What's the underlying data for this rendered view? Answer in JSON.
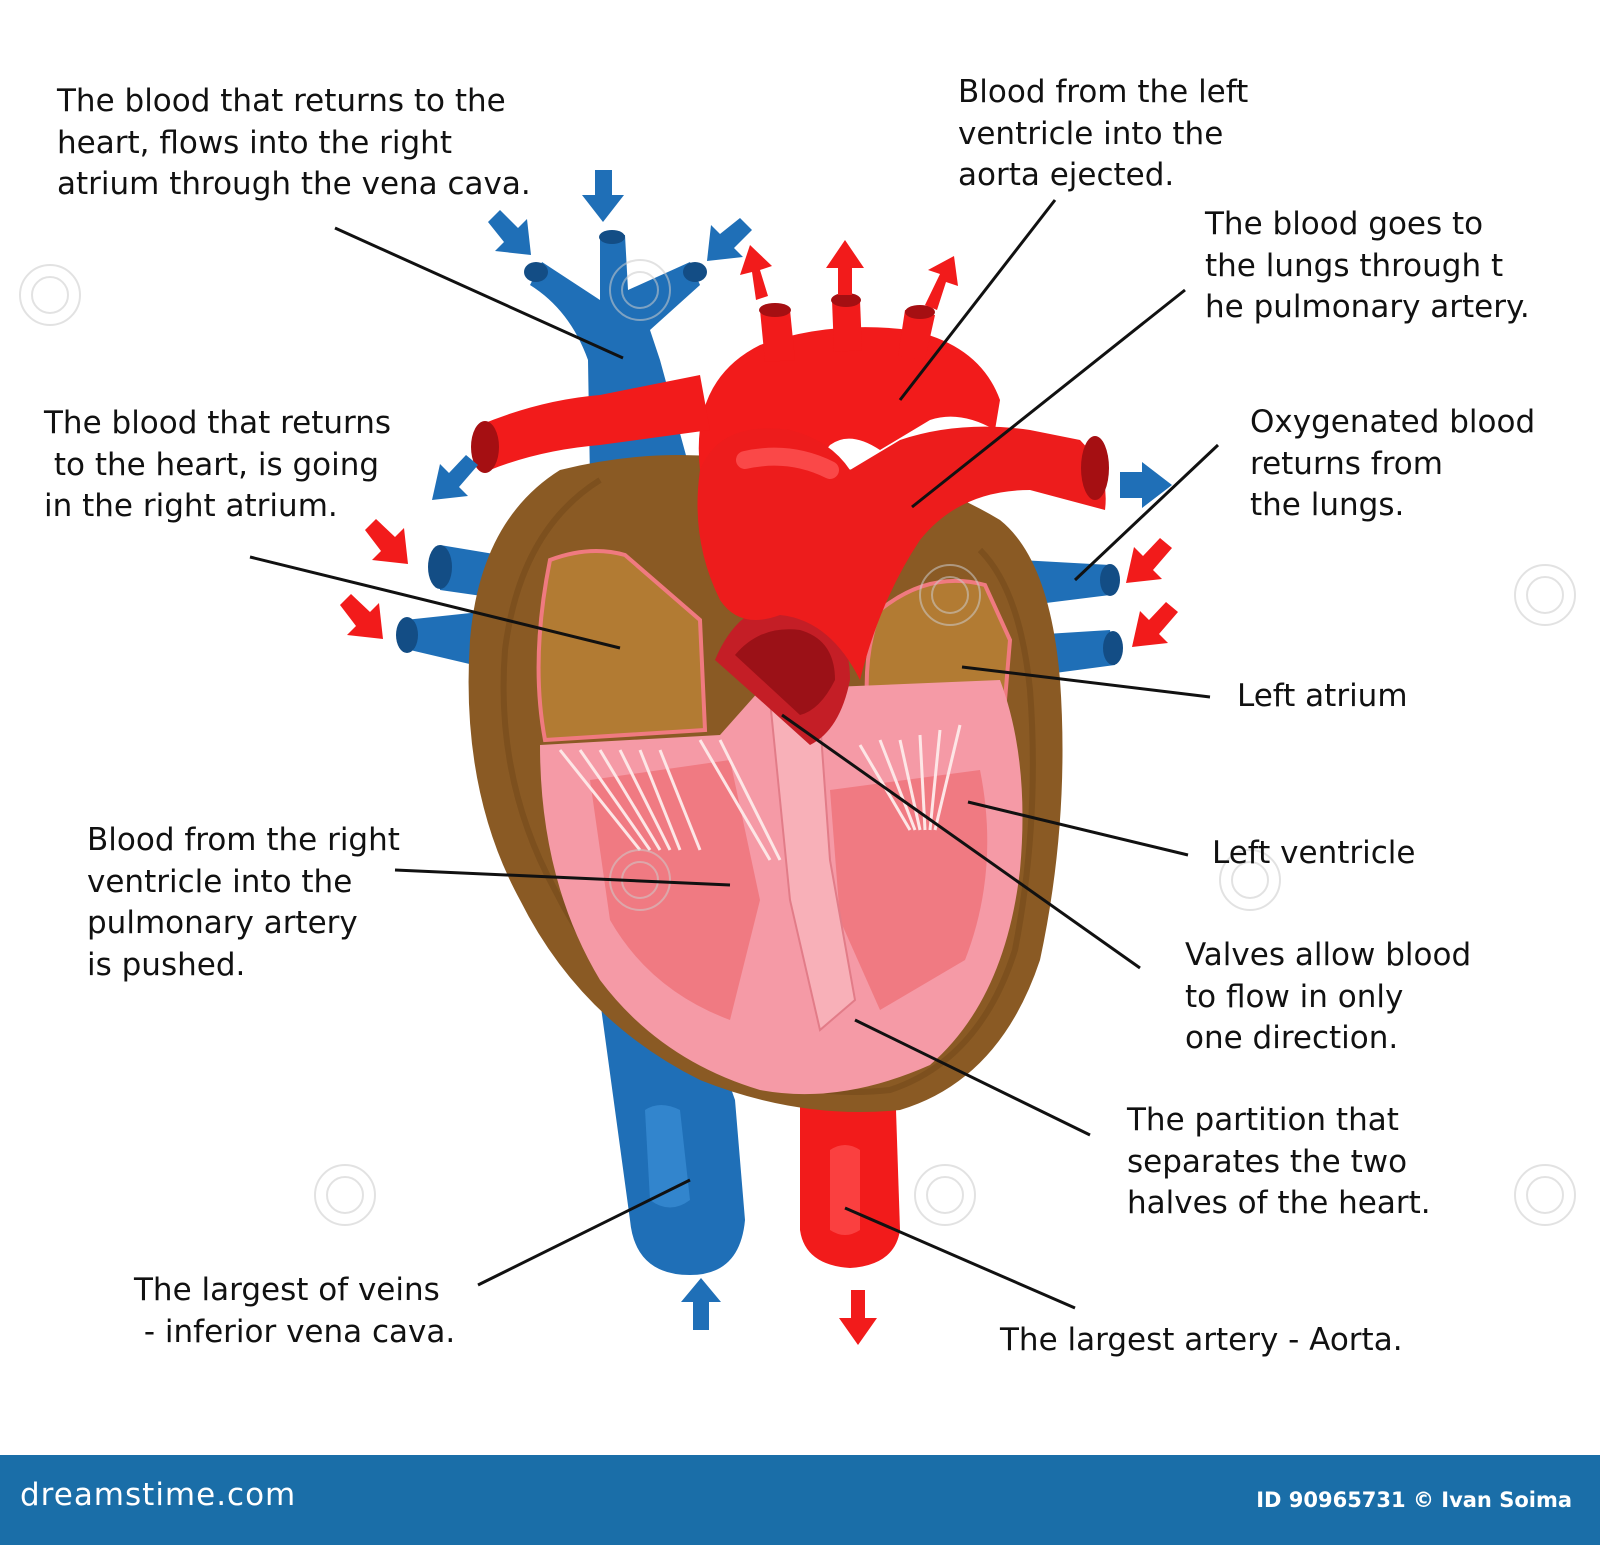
{
  "labels": {
    "vena_cava_top": "The blood that returns to the\nheart, flows into the right\natrium through the vena cava.",
    "aorta_ejected": "Blood from the left\nventricle into the\naorta ejected.",
    "pulmonary_artery": "The blood goes to\nthe lungs through t\nhe pulmonary artery.",
    "right_atrium": "The blood that returns\n to the heart, is going\nin the right atrium.",
    "oxygenated": "Oxygenated blood\nreturns from\nthe lungs.",
    "left_atrium": "Left atrium",
    "left_ventricle": "Left ventricle",
    "right_ventricle": "Blood from the right\nventricle into the\npulmonary artery\nis pushed.",
    "valves": "Valves allow blood\nto flow in only\none direction.",
    "partition": "The partition that\nseparates the two\nhalves of the heart.",
    "inferior_vena_cava": "The largest of veins\n - inferior vena cava.",
    "aorta_bottom": "The largest artery - Aorta."
  },
  "footer": {
    "logo": "dreamstime.com",
    "credit": "ID 90965731 © Ivan Soima"
  },
  "colors": {
    "vein_blue": "#1f6fb7",
    "artery_red": "#f21b1b",
    "heart_brown": "#8a5a24",
    "atrium_tan": "#b27b33",
    "chamber_pink": "#f59aa6",
    "footer_blue": "#1a6ea8"
  }
}
